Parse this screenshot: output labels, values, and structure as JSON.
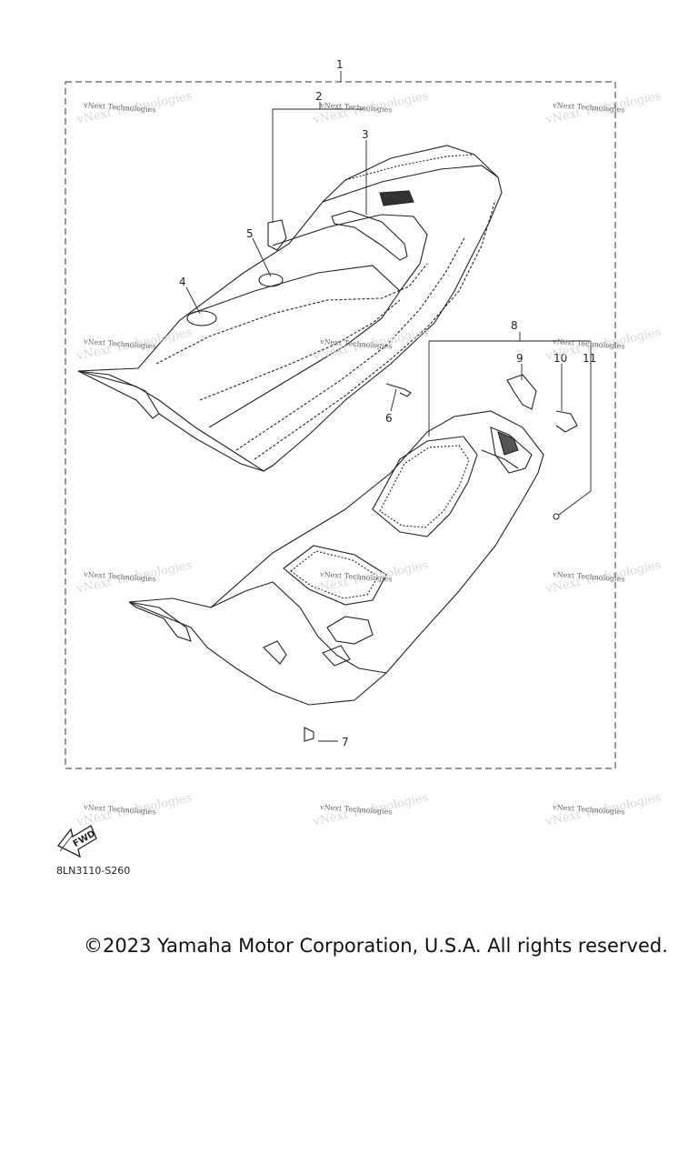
{
  "callouts": {
    "c1": "1",
    "c2": "2",
    "c3": "3",
    "c4": "4",
    "c5": "5",
    "c6": "6",
    "c7": "7",
    "c8": "8",
    "c9": "9",
    "c10": "10",
    "c11": "11"
  },
  "watermark": {
    "text": "vNext Technologies"
  },
  "fwd_label": "FWD",
  "diagram_code": "8LN3110-S260",
  "copyright": "©2023 Yamaha Motor Corporation, U.S.A. All rights reserved.",
  "colors": {
    "line": "#222222",
    "background": "#ffffff",
    "watermark": "#666666"
  }
}
